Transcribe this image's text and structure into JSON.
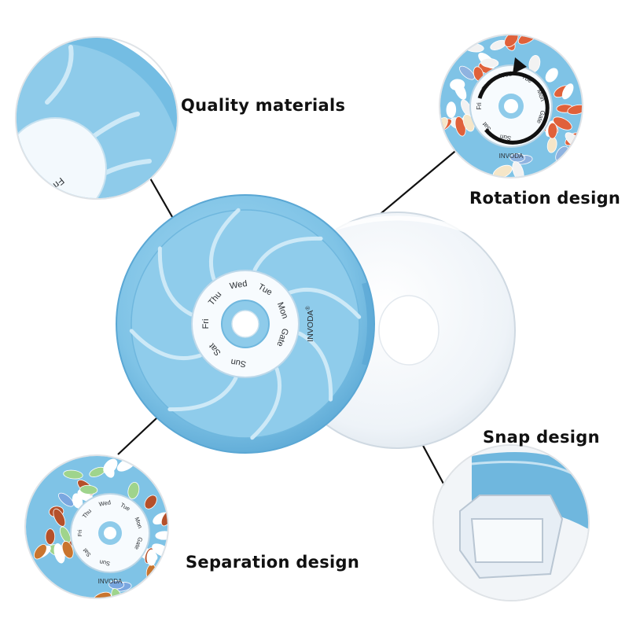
{
  "features": {
    "quality": "Quality materials",
    "rotation": "Rotation design",
    "snap": "Snap design",
    "separation": "Separation design"
  },
  "brand": "INVODA",
  "registered_mark": "®",
  "dial_labels": [
    "Gate",
    "Mon",
    "Tue",
    "Wed",
    "Thu",
    "Fri",
    "Sat",
    "Sun"
  ],
  "colors": {
    "case_blue": "#7fc3e6",
    "case_dark": "#5aa7d4",
    "lid_clear": "#eef3f8",
    "line": "#111111"
  },
  "icons": [
    "rotation-arrow-icon"
  ]
}
